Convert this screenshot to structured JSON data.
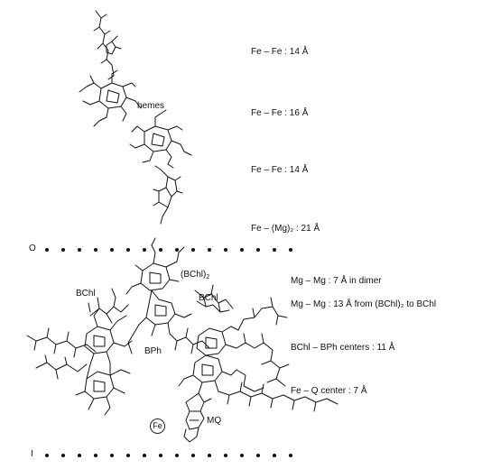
{
  "labels": {
    "hemes": "hemes",
    "bchl_left": "BChl",
    "bchl_right": "BChl",
    "bchl_pair": "(BChl)",
    "bchl_pair_sub": "2",
    "bph": "BPh",
    "mq": "MQ",
    "fe": "Fe"
  },
  "membrane": {
    "top_marker": "O",
    "bottom_marker": "I"
  },
  "distances": [
    {
      "text": "Fe – Fe : 14 Å"
    },
    {
      "text": "Fe – Fe : 16 Å"
    },
    {
      "text": "Fe – Fe : 14 Å"
    },
    {
      "text": "Fe – (Mg)₂ : 21 Å"
    },
    {
      "text": "Mg – Mg : 7 Å in dimer"
    },
    {
      "text": "Mg – Mg : 13 Å from (BChl)₂ to BChl"
    },
    {
      "text": "BChl – BPh centers : 11 Å"
    },
    {
      "text": "Fe – Q center : 7 Å"
    }
  ]
}
